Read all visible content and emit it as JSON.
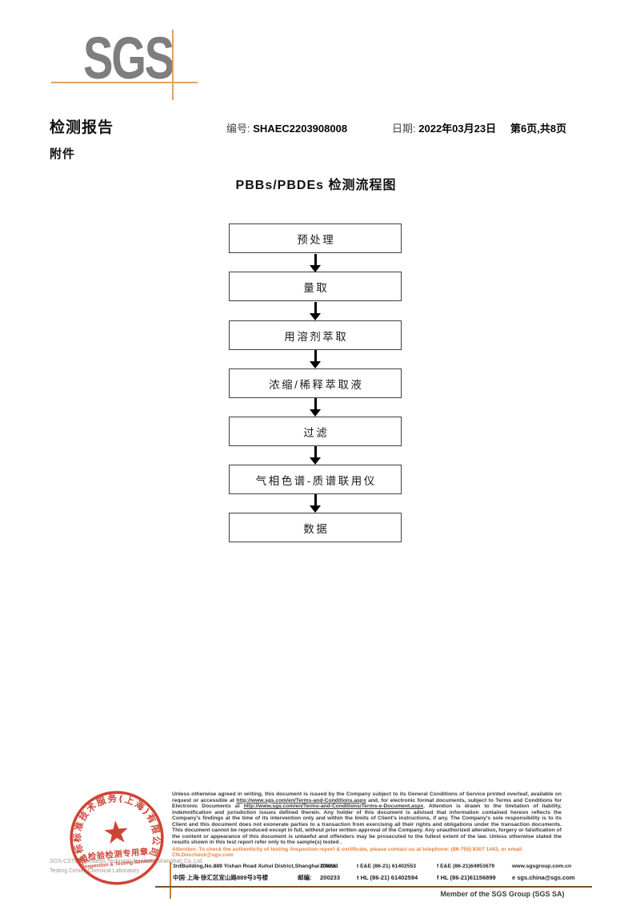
{
  "header": {
    "logo_text": "SGS",
    "report_title": "检测报告",
    "report_no_label": "编号:",
    "report_no": "SHAEC2203908008",
    "date_label": "日期:",
    "date": "2022年03月23日",
    "page_info": "第6页,共8页",
    "attachment_label": "附件"
  },
  "flowchart": {
    "title": "PBBs/PBDEs 检测流程图",
    "steps": [
      "预处理",
      "量取",
      "用溶剂萃取",
      "浓缩/稀释萃取液",
      "过滤",
      "气相色谱-质谱联用仪",
      "数据"
    ]
  },
  "stamp": {
    "ring_text": "通标标准技术服务(上海)有限公司",
    "seal_title": "检验检测专用章",
    "seal_subtitle": "Inspection & Testing Services"
  },
  "company": {
    "name_en": "SGS-CSTC Standards Technical Services (Shanghai) Co.,Ltd.",
    "lab_en": "Testing Center-Chemical Laboratory"
  },
  "footer": {
    "legal": {
      "p1": "Unless otherwise agreed in writing, this document is issued by the Company subject to its General Conditions of Service printed overleaf, available on request or accessible at ",
      "url1": "http://www.sgs.com/en/Terms-and-Conditions.aspx",
      "p2": " and, for electronic format documents, subject to Terms and Conditions for Electronic Documents at ",
      "url2": "http://www.sgs.com/en/Terms-and-Conditions/Terms-e-Document.aspx",
      "p3": ". Attention is drawn to the limitation of liability, indemnification and jurisdiction issues defined therein. Any holder of this document is advised that information contained hereon reflects the Company's findings at the time of its intervention only and within the limits of Client's instructions, if any. The Company's sole responsibility is to its Client and this document does not exonerate parties to a transaction from exercising all their rights and obligations under the transaction documents. This document cannot be reproduced except in full, without prior written approval of the Company. Any unauthorized alteration, forgery or falsification of the content or appearance of this document is unlawful and offenders may be prosecuted to the fullest extent of the law. Unless otherwise stated the results shown in this test report refer only to the sample(s) tested ."
    },
    "attention": "Attention: To check the authenticity of testing /inspection report & certificate, please contact us at telephone: (86-755) 8307 1443, or email: CN.Doccheck@sgs.com",
    "address": {
      "address_en": "3rdBuilding,No.889 Yishan Road Xuhui District,Shanghai China",
      "postal_en": "200233",
      "tel_en": "t E&E (86-21) 61402553",
      "fax_en": "f E&E (86-21)64953679",
      "web": "www.sgsgroup.com.cn",
      "address_cn": "中国·上海·徐汇区宜山路889号3号楼",
      "postal_cn_label": "邮编:",
      "postal_cn": "200233",
      "tel_cn": "t HL (86-21) 61402594",
      "fax_cn": "f HL (86-21)61156899",
      "email": "e  sgs.china@sgs.com"
    },
    "member": "Member of the SGS Group (SGS SA)"
  },
  "colors": {
    "logo_gray": "#7e7e80",
    "accent_orange": "#dda366",
    "stamp_red": "#cc3526",
    "attention_orange": "#e8823c",
    "footer_rule_brown": "#7e4f26"
  }
}
